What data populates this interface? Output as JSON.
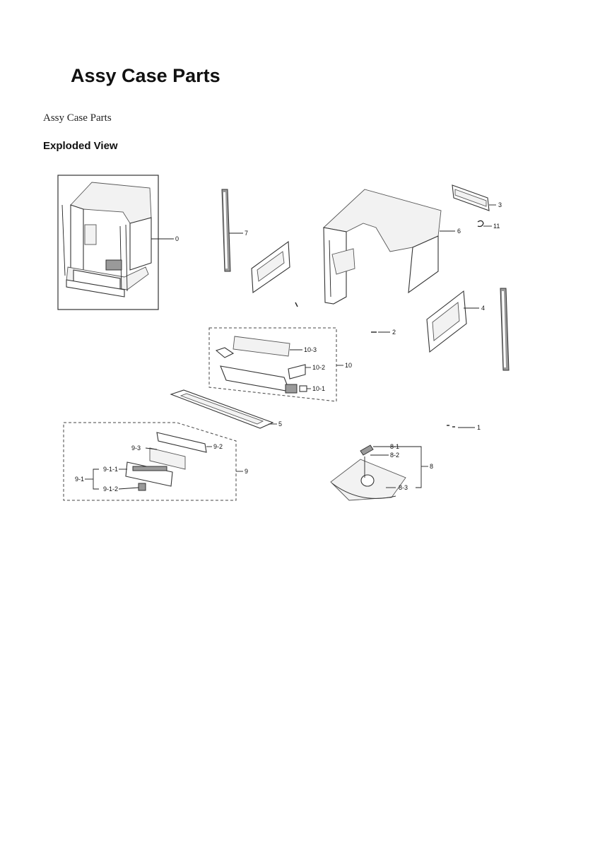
{
  "header": {
    "title": "Assy Case Parts",
    "section_label": "Assy Case Parts",
    "subheading": "Exploded View"
  },
  "diagram": {
    "callouts": {
      "c0": "0",
      "c1": "1",
      "c2": "2",
      "c3": "3",
      "c4": "4",
      "c5": "5",
      "c6": "6",
      "c7": "7",
      "c8": "8",
      "c8_1": "8-1",
      "c8_2": "8-2",
      "c8_3": "8-3",
      "c9": "9",
      "c9_1": "9-1",
      "c9_1_1": "9-1-1",
      "c9_1_2": "9-1-2",
      "c9_2": "9-2",
      "c9_3": "9-3",
      "c10": "10",
      "c10_1": "10-1",
      "c10_2": "10-2",
      "c10_3": "10-3",
      "c11": "11"
    }
  }
}
